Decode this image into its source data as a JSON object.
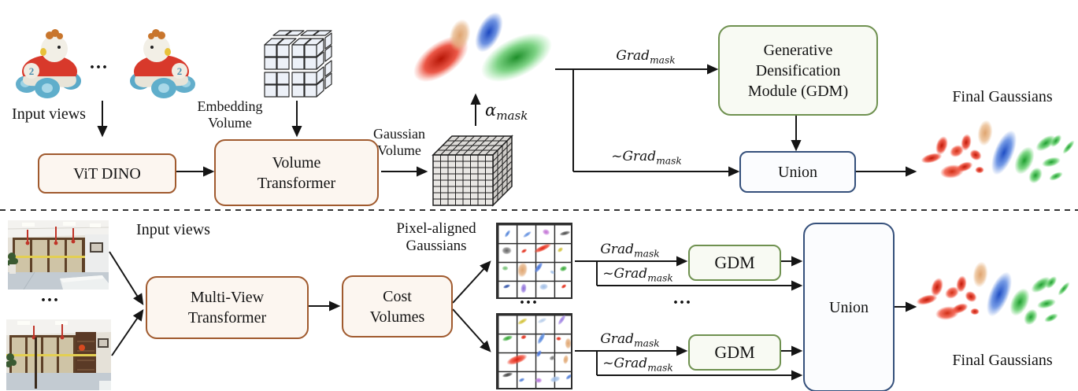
{
  "colors": {
    "box_brown": "#A05A2E",
    "box_brown_fill": "#FCF6F0",
    "box_green": "#6F9150",
    "box_green_fill": "#F8FAF3",
    "box_navy": "#35507B",
    "box_navy_fill": "#FBFCFE",
    "line": "#151515",
    "gauss_red": "#C21807",
    "gauss_tan": "#DFA46F",
    "gauss_blue": "#1F4EC4",
    "gauss_green": "#1F9E30"
  },
  "top": {
    "input_views_label": "Input views",
    "dots": "...",
    "toy_badge": "2",
    "vit_dino_label": "ViT DINO",
    "embedding_volume_line1": "Embedding",
    "embedding_volume_line2": "Volume",
    "volume_transformer_line1": "Volume",
    "volume_transformer_line2": "Transformer",
    "gaussian_volume_line1": "Gaussian",
    "gaussian_volume_line2": "Volume",
    "alpha_base": "α",
    "alpha_sub": "mask",
    "grad_base": "Grad",
    "grad_sub": "mask",
    "not_grad_base": "~Grad",
    "not_grad_sub": "mask",
    "gdm_line1": "Generative",
    "gdm_line2": "Densification",
    "gdm_line3": "Module (GDM)",
    "union_label": "Union",
    "final_gaussians_label": "Final Gaussians"
  },
  "bottom": {
    "input_views_label": "Input views",
    "dots": "...",
    "mvt_line1": "Multi-View",
    "mvt_line2": "Transformer",
    "cost_volumes_line1": "Cost",
    "cost_volumes_line2": "Volumes",
    "pixel_aligned_line1": "Pixel-aligned",
    "pixel_aligned_line2": "Gaussians",
    "grad_base": "Grad",
    "grad_sub": "mask",
    "not_grad_base": "~Grad",
    "not_grad_sub": "mask",
    "gdm_label": "GDM",
    "union_label": "Union",
    "final_gaussians_label": "Final Gaussians"
  }
}
